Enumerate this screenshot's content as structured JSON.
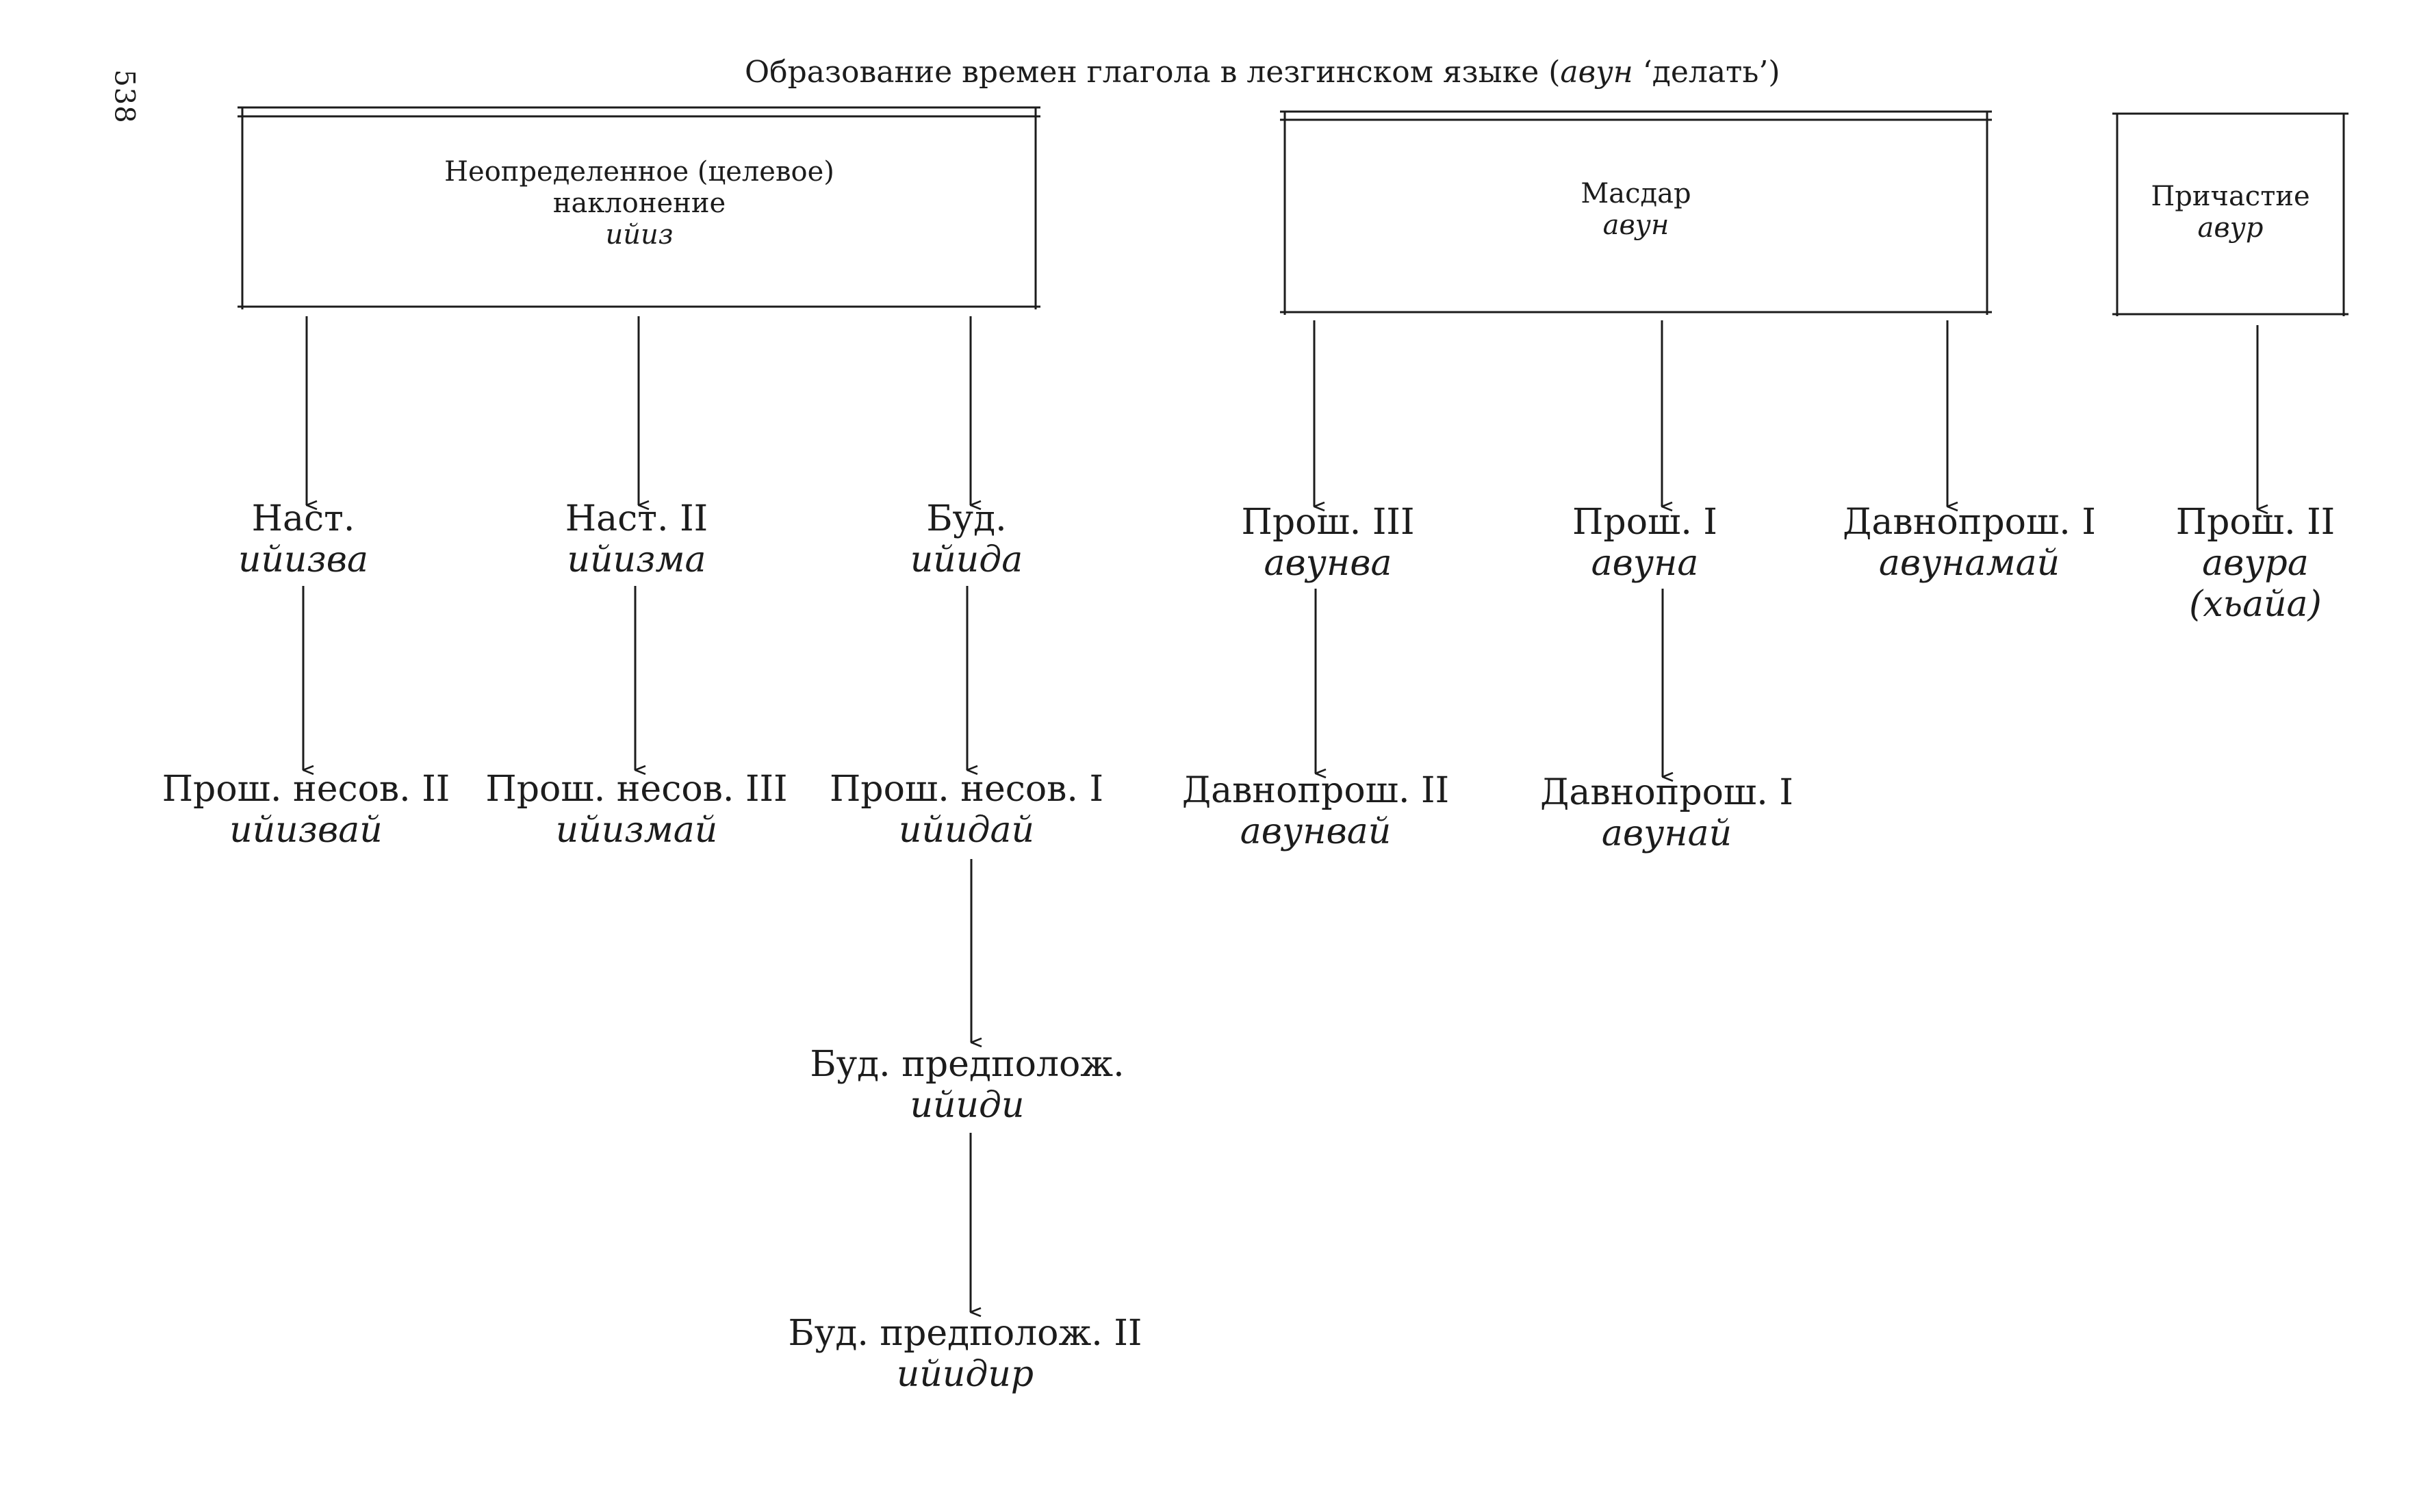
{
  "page_number": "538",
  "title": {
    "prefix": "Образование времен глагола в лезгинском языке (",
    "verb": "авун",
    "suffix": " ‘делать’)"
  },
  "sources": {
    "infinitive": {
      "line1": "Неопределенное (целевое)",
      "line2": "наклонение",
      "form": "ийиз"
    },
    "masdar": {
      "line1": "Масдар",
      "form": "авун"
    },
    "participle": {
      "line1": "Причастие",
      "form": "авур"
    }
  },
  "tenses": {
    "nast": {
      "name": "Наст.",
      "form": "ийизва"
    },
    "nast2": {
      "name": "Наст. II",
      "form": "ийизма"
    },
    "bud": {
      "name": "Буд.",
      "form": "ийида"
    },
    "prosh3": {
      "name": "Прош. III",
      "form": "авунва"
    },
    "prosh1": {
      "name": "Прош. I",
      "form": "авуна"
    },
    "davnoprosh1a": {
      "name": "Давнопрош. I",
      "form": "авунамай"
    },
    "prosh2": {
      "name": "Прош. II",
      "form": "авура",
      "form2": "(хьайа)"
    },
    "proshnesov2": {
      "name": "Прош. несов. II",
      "form": "ийизвай"
    },
    "proshnesov3": {
      "name": "Прош. несов. III",
      "form": "ийизмай"
    },
    "proshnesov1": {
      "name": "Прош. несов. I",
      "form": "ийидай"
    },
    "davnoprosh2": {
      "name": "Давнопрош. II",
      "form": "авунвай"
    },
    "davnoprosh1b": {
      "name": "Давнопрош. I",
      "form": "авунай"
    },
    "budpredp": {
      "name": "Буд. предполож.",
      "form": "ийиди"
    },
    "budpredp2": {
      "name": "Буд. предполож. II",
      "form": "ийидир"
    }
  }
}
